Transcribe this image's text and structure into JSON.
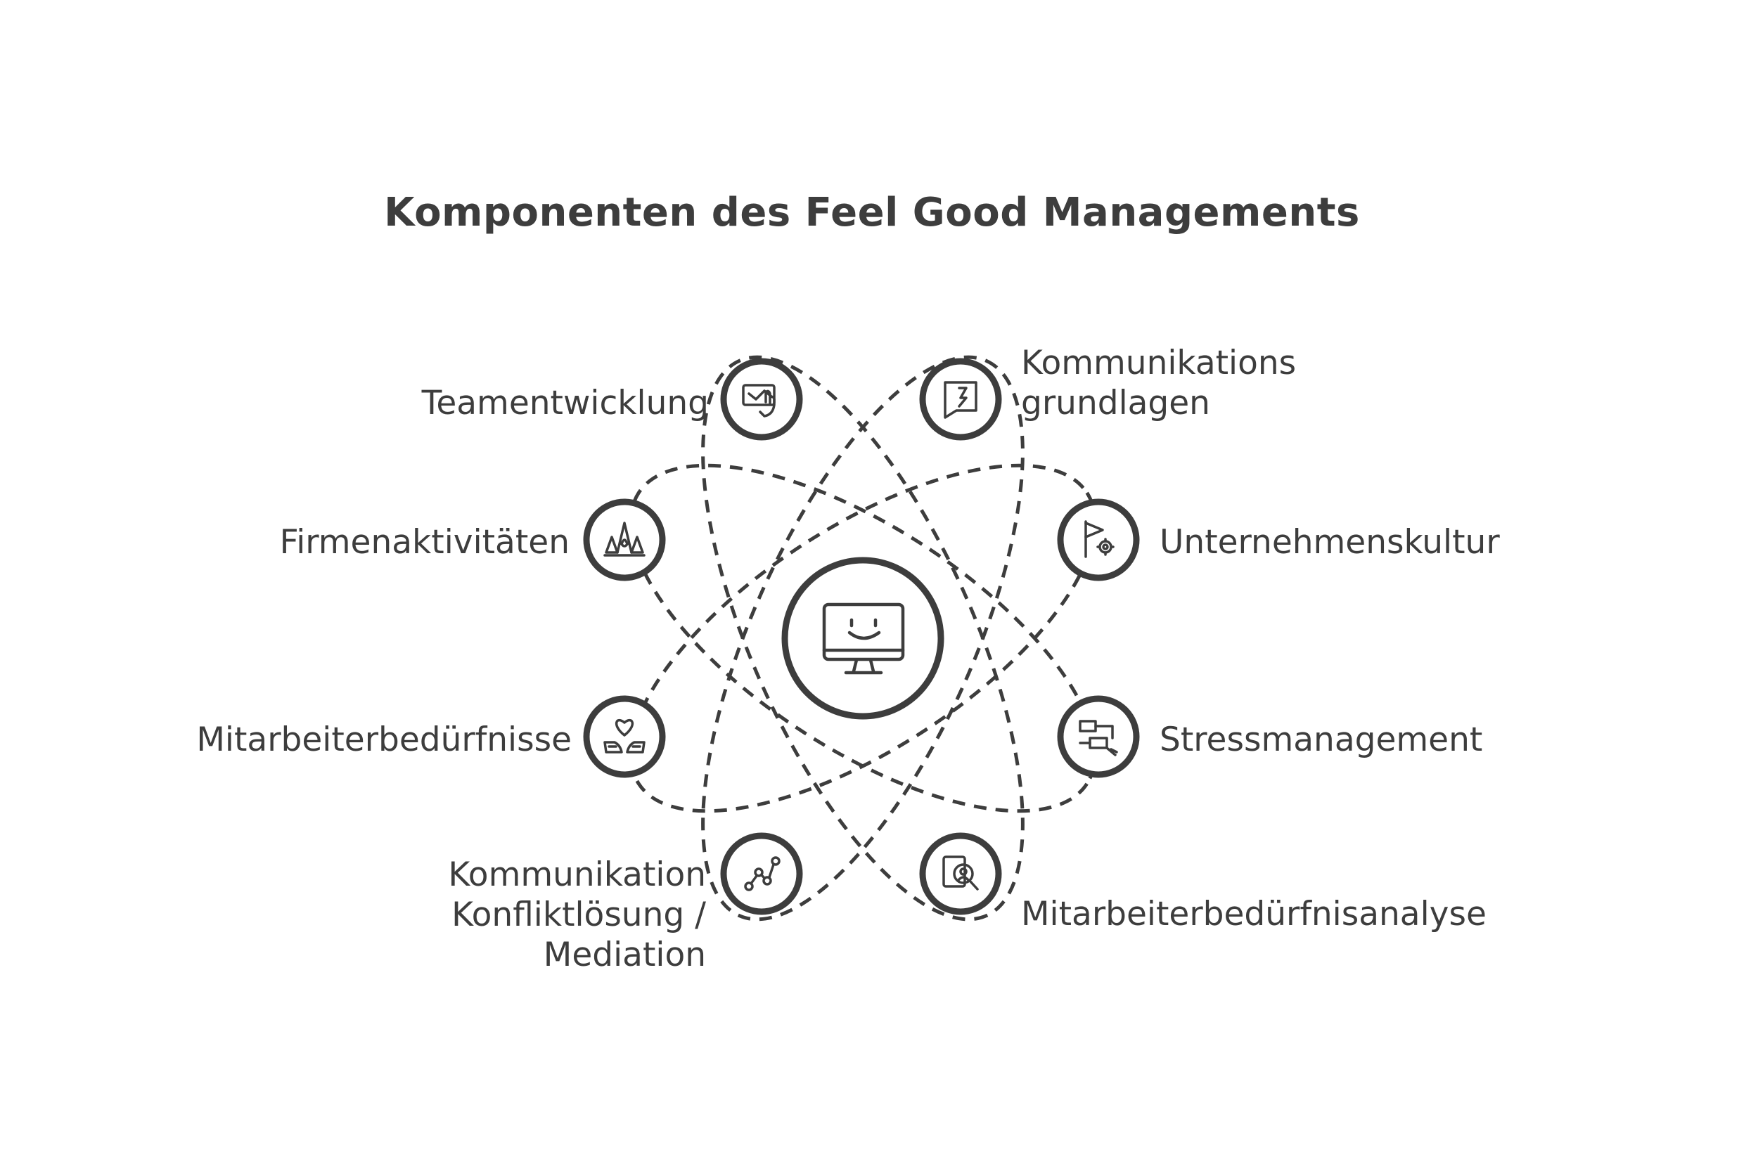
{
  "title": "Komponenten des Feel Good Managements",
  "center": {
    "icon": "smiling-monitor-icon"
  },
  "components": [
    {
      "id": "teamentwicklung",
      "lines": [
        "Teamentwicklung"
      ],
      "icon": "team-hands-icon"
    },
    {
      "id": "kommunikationsgrundlagen",
      "lines": [
        "Kommunikations",
        "grundlagen"
      ],
      "icon": "speech-bubble-icon"
    },
    {
      "id": "firmenaktivitaeten",
      "lines": [
        "Firmenaktivitäten"
      ],
      "icon": "campfire-group-icon"
    },
    {
      "id": "unternehmenskultur",
      "lines": [
        "Unternehmenskultur"
      ],
      "icon": "flag-gear-icon"
    },
    {
      "id": "mitarbeiterbeduerfnisse",
      "lines": [
        "Mitarbeiterbedürfnisse"
      ],
      "icon": "heart-hands-icon"
    },
    {
      "id": "stressmanagement",
      "lines": [
        "Stressmanagement"
      ],
      "icon": "flowchart-icon"
    },
    {
      "id": "kommunikation-konfliktloesung",
      "lines": [
        "Kommunikation",
        "Konfliktlösung /",
        "Mediation"
      ],
      "icon": "connected-nodes-icon"
    },
    {
      "id": "mitarbeiterbeduerfnisanalyse",
      "lines": [
        "Mitarbeiterbedürfnisanalyse"
      ],
      "icon": "document-magnifier-icon"
    }
  ]
}
